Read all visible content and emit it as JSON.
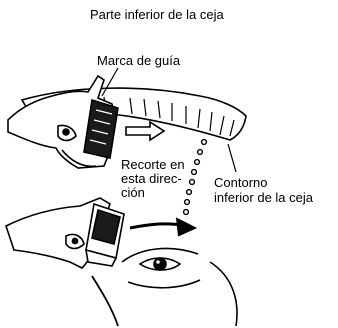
{
  "title": "Parte inferior de la ceja",
  "labels": {
    "guide_mark": "Marca de guía",
    "direction_line1": "Recorte en",
    "direction_line2": "esta direc-",
    "direction_line3": "ción",
    "contour_line1": "Contorno",
    "contour_line2": "inferior de la ceja"
  }
}
